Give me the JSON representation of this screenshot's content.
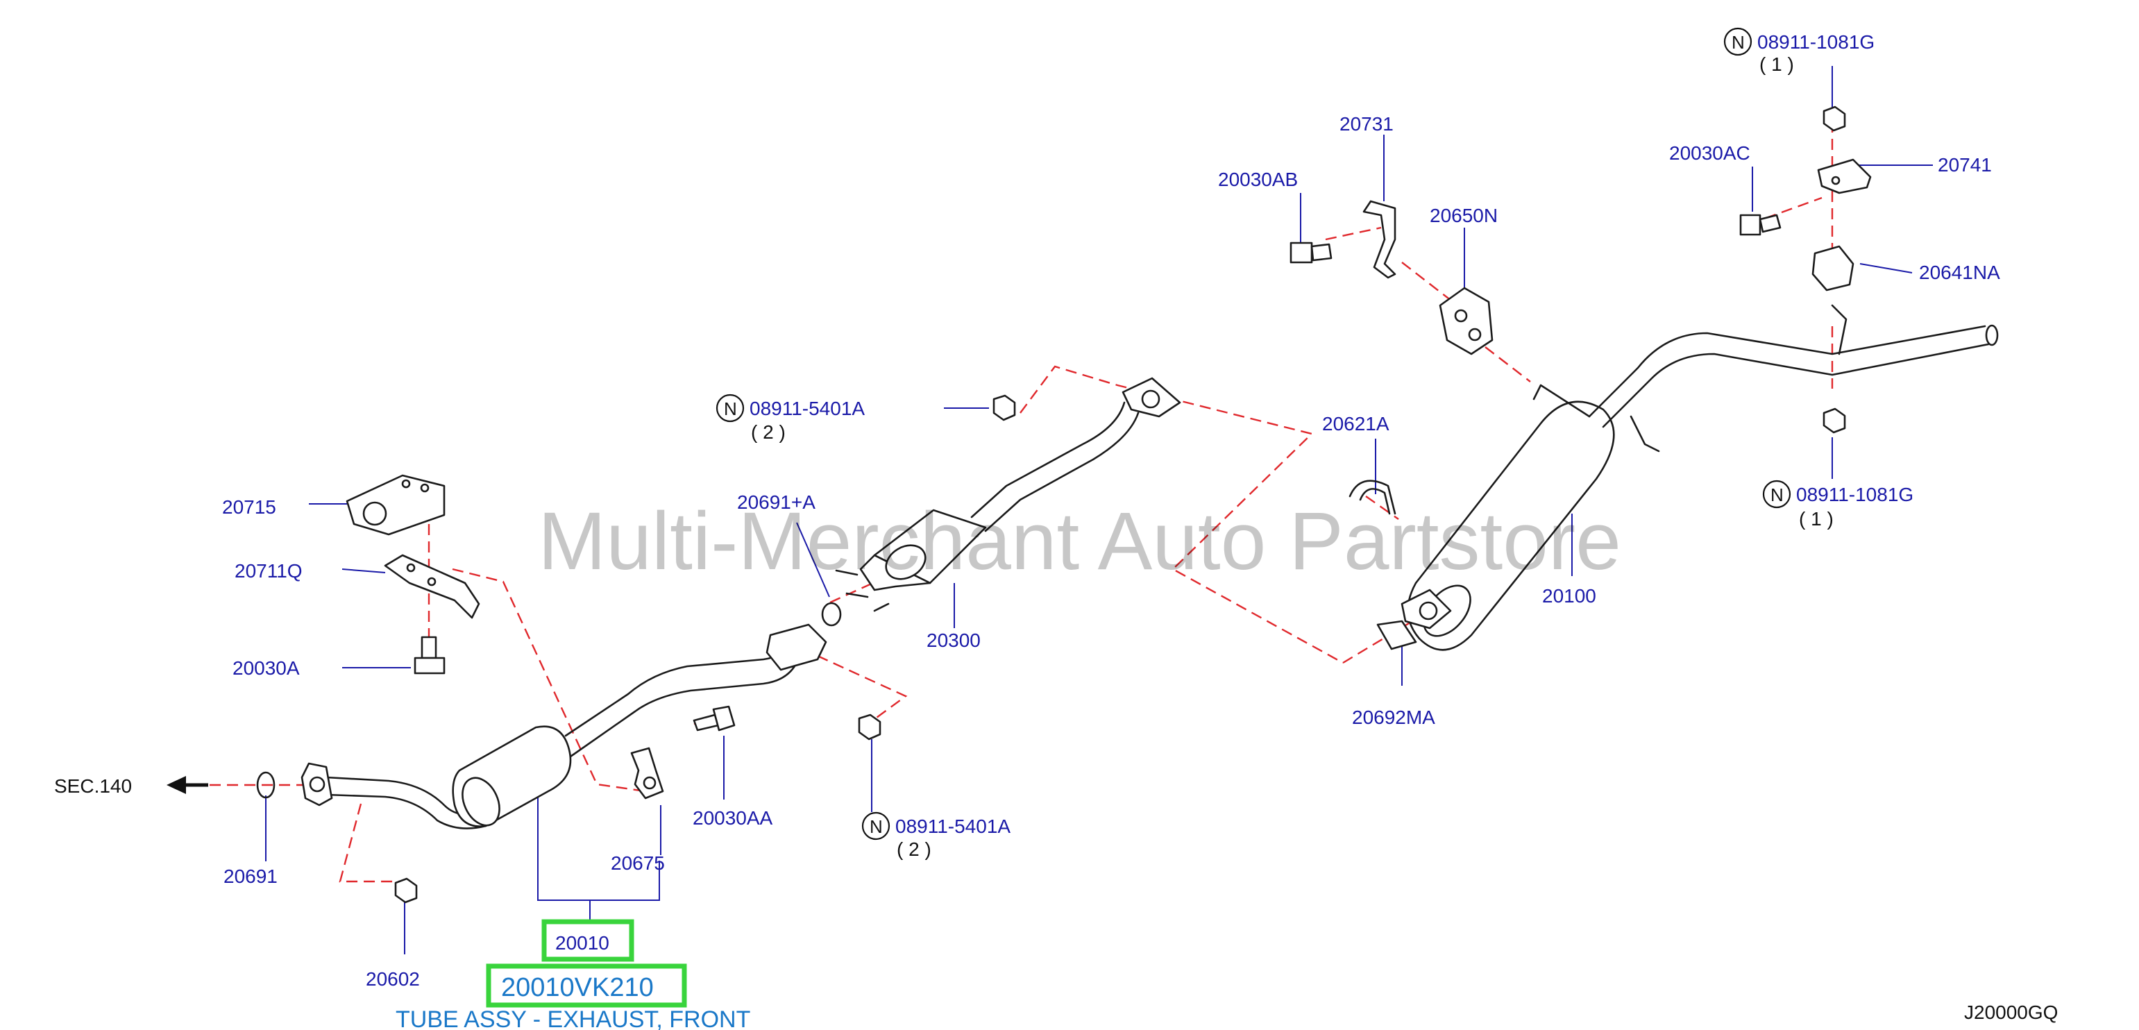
{
  "diagram": {
    "watermark": "Multi-Merchant Auto Partstore",
    "drawing_code": "J20000GQ",
    "section_ref": "SEC.140",
    "highlight": {
      "part_number": "20010VK210",
      "description": "TUBE ASSY - EXHAUST, FRONT"
    },
    "n_mark": "N",
    "labels": {
      "p20731": "20731",
      "p20030AB": "20030AB",
      "p20650N": "20650N",
      "p20030AC": "20030AC",
      "p20741": "20741",
      "p20641NA": "20641NA",
      "p08911_1081G_top": "08911-1081G",
      "q08911_1081G_top": "( 1 )",
      "p08911_1081G_bot": "08911-1081G",
      "q08911_1081G_bot": "( 1 )",
      "p08911_5401A_top": "08911-5401A",
      "q08911_5401A_top": "( 2 )",
      "p08911_5401A_bot": "08911-5401A",
      "q08911_5401A_bot": "( 2 )",
      "p20621A": "20621A",
      "p20691A": "20691+A",
      "p20715": "20715",
      "p20711Q": "20711Q",
      "p20030A": "20030A",
      "p20300": "20300",
      "p20100": "20100",
      "p20692MA": "20692MA",
      "p20030AA": "20030AA",
      "p20675": "20675",
      "p20691": "20691",
      "p20602": "20602",
      "p20010": "20010"
    }
  }
}
